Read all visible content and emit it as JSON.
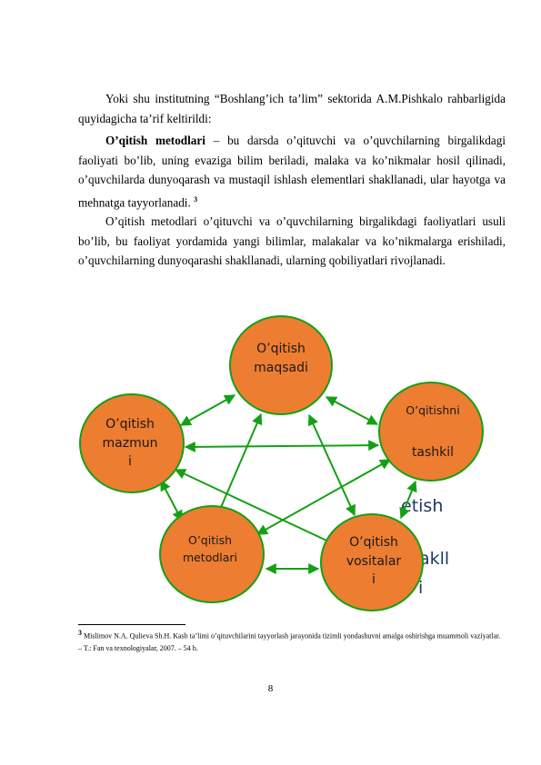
{
  "paragraphs": {
    "p1": "Yoki shu institutning “Boshlang’ich ta’lim” sektorida A.M.Pishkalo rahbarligida quyidagicha ta’rif keltirildi:",
    "p2_bold": "O’qitish metodlari",
    "p2_rest": " – bu darsda o’qituvchi va o’quvchilarning birgalikdagi faoliyati bo’lib, uning evaziga bilim beriladi, malaka va ko’nikmalar hosil qilinadi, o’quvchilarda dunyoqarash va mustaqil ishlash elementlari shakllanadi, ular hayotga va mehnatga tayyorlanadi.",
    "p2_ref": "3",
    "p3": "O’qitish metodlari o’qituvchi va o’quvchilarning birgalikdagi faoliyatlari usuli bo’lib, bu faoliyat yordamida yangi bilimlar, malakalar va ko’nikmalarga erishiladi, o’quvchilarning dunyoqarashi shakllanadi, ularning qobiliyatlari rivojlanadi."
  },
  "diagram": {
    "colors": {
      "node_fill": "#ed7d31",
      "node_border": "#14a014",
      "arrow": "#14a014"
    },
    "nodes": {
      "maqsad": [
        "O’qitish",
        "maqsadi"
      ],
      "mazmun": [
        "O’qitish",
        "mazmun",
        "i"
      ],
      "tashkil": [
        "O’qitishni",
        "tashkil"
      ],
      "metod": [
        "O’qitish",
        "metodlari"
      ],
      "vosita": [
        "O’qitish",
        "vositalar",
        "i"
      ]
    },
    "overflow_text": {
      "line1": "etish",
      "line2": "akll",
      "line3": "i"
    }
  },
  "footnote": {
    "marker": "3",
    "text": "Mislimov N.A. Qulieva Sh.H. Kasb ta’limi o’qituvchilarini tayyorlash jarayonida tizimli yondashuvni amalga oshirishga muammoli vaziyatlar. – T.: Fan va texnologiyalar, 2007. – 54 b."
  },
  "page_number": "8"
}
